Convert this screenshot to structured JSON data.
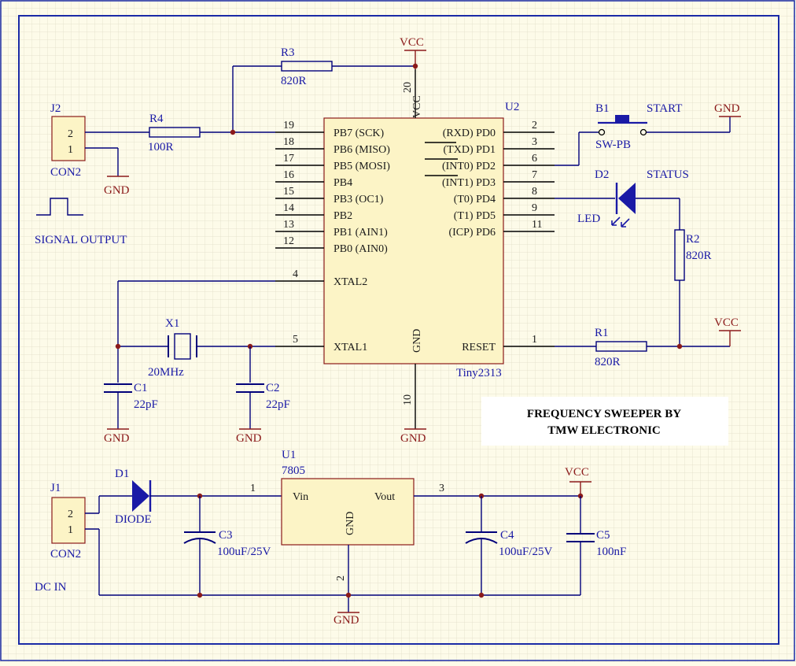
{
  "power": {
    "vcc": "VCC",
    "gnd": "GND"
  },
  "u2": {
    "ref": "U2",
    "part": "Tiny2313",
    "vcc_label": "VCC",
    "gnd_label": "GND",
    "pins": {
      "p20": "20",
      "p10": "10",
      "p19": "19",
      "p18": "18",
      "p17": "17",
      "p16": "16",
      "p15": "15",
      "p14": "14",
      "p13": "13",
      "p12": "12",
      "p4": "4",
      "p5": "5",
      "p2": "2",
      "p3": "3",
      "p6": "6",
      "p7": "7",
      "p8": "8",
      "p9": "9",
      "p11": "11",
      "p1": "1"
    },
    "left": {
      "pb7": "PB7 (SCK)",
      "pb6": "PB6 (MISO)",
      "pb5": "PB5 (MOSI)",
      "pb4": "PB4",
      "pb3": "PB3 (OC1)",
      "pb2": "PB2",
      "pb1": "PB1 (AIN1)",
      "pb0": "PB0 (AIN0)",
      "xtal2": "XTAL2",
      "xtal1": "XTAL1"
    },
    "right": {
      "pd0": "(RXD) PD0",
      "pd1_a": "(",
      "pd1_b": "TXD",
      "pd1_c": ") PD1",
      "pd2_a": "(",
      "pd2_b": "INT0",
      "pd2_c": ") PD2",
      "pd3_a": "(",
      "pd3_b": "INT1",
      "pd3_c": ") PD3",
      "pd4": "(T0) PD4",
      "pd5": "(T1) PD5",
      "pd6": "(ICP) PD6",
      "reset": "RESET"
    }
  },
  "r3": {
    "ref": "R3",
    "value": "820R"
  },
  "r4": {
    "ref": "R4",
    "value": "100R"
  },
  "r2": {
    "ref": "R2",
    "value": "820R"
  },
  "r1": {
    "ref": "R1",
    "value": "820R"
  },
  "j2": {
    "ref": "J2",
    "name": "CON2",
    "pin_top": "2",
    "pin_bottom": "1"
  },
  "j1": {
    "ref": "J1",
    "name": "CON2",
    "pin_top": "2",
    "pin_bottom": "1"
  },
  "signal_output": "SIGNAL OUTPUT",
  "dc_in": "DC IN",
  "b1": {
    "ref": "B1",
    "name": "SW-PB",
    "label": "START"
  },
  "d2": {
    "ref": "D2",
    "name": "LED",
    "label": "STATUS"
  },
  "x1": {
    "ref": "X1",
    "value": "20MHz"
  },
  "c1": {
    "ref": "C1",
    "value": "22pF"
  },
  "c2": {
    "ref": "C2",
    "value": "22pF"
  },
  "c3": {
    "ref": "C3",
    "value": "100uF/25V"
  },
  "c4": {
    "ref": "C4",
    "value": "100uF/25V"
  },
  "c5": {
    "ref": "C5",
    "value": "100nF"
  },
  "d1": {
    "ref": "D1",
    "name": "DIODE"
  },
  "u1": {
    "ref": "U1",
    "part": "7805",
    "vin": "Vin",
    "vout": "Vout",
    "gnd": "GND",
    "p1": "1",
    "p2": "2",
    "p3": "3"
  },
  "title": {
    "line1": "FREQUENCY SWEEPER BY",
    "line2": "TMW ELECTRONIC"
  }
}
